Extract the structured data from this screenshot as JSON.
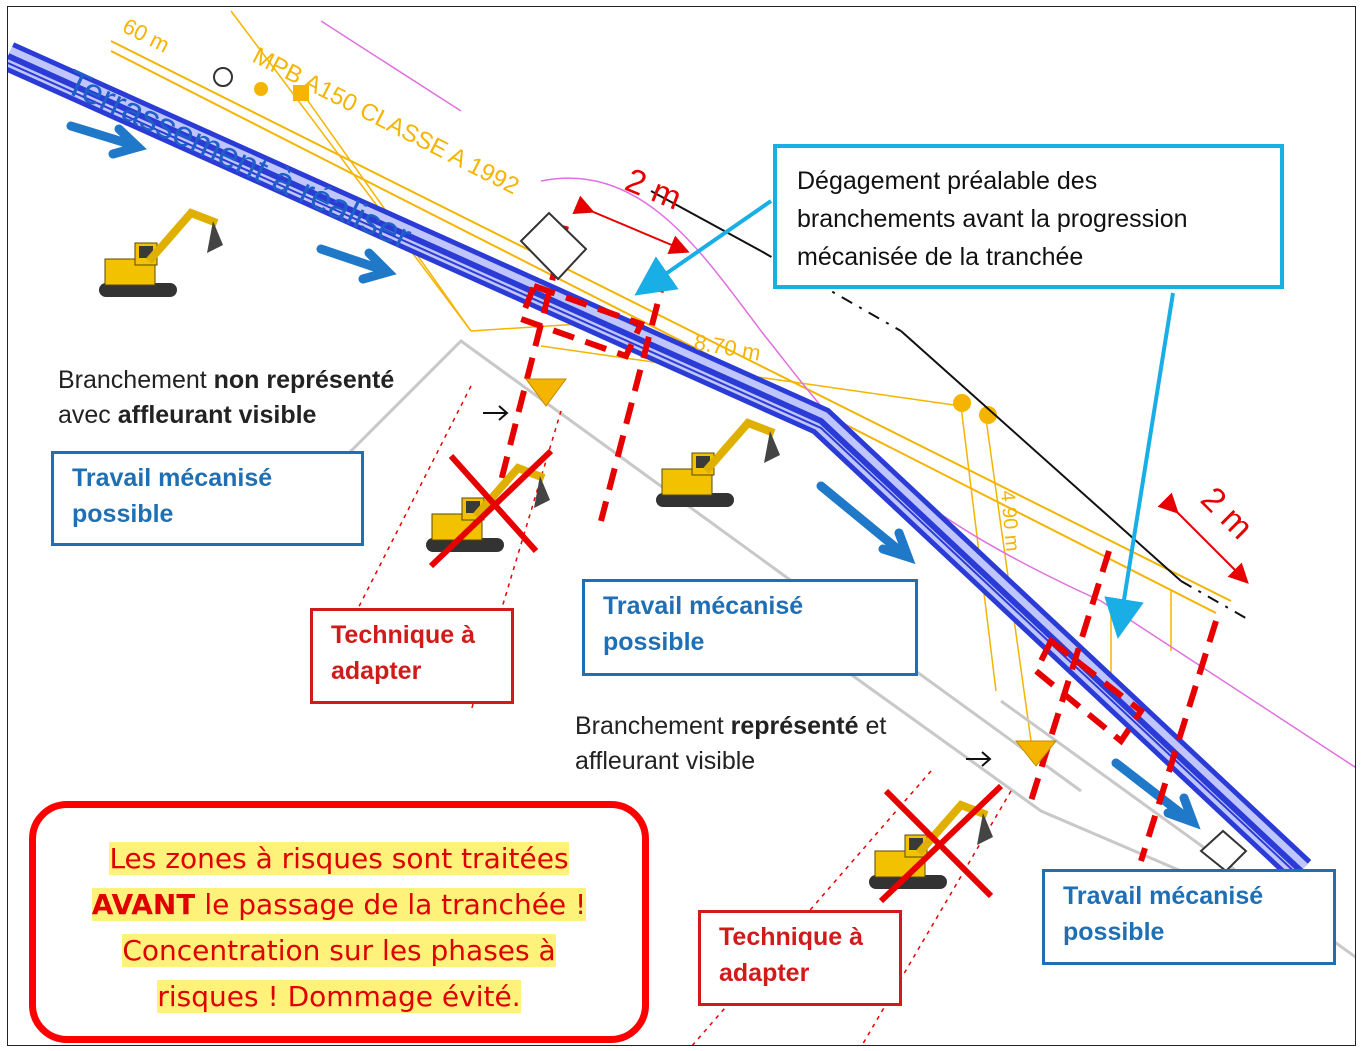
{
  "plan": {
    "pipe_label": "MPB A150 CLASSE A 1992",
    "pipe_label_prefix": "60 m",
    "trench_label": "Terrassement à réaliser",
    "dim_top": "2 m",
    "dim_right": "2 m",
    "dim_870": "8.70 m",
    "dim_490": "4.90 m"
  },
  "callout": {
    "text": "Dégagement préalable des branchements avant la progression mécanisée de la tranchée"
  },
  "note_left": {
    "line1_a": "Branchement ",
    "line1_b": "non représenté",
    "line2_a": "avec ",
    "line2_b": "affleurant visible"
  },
  "note_right": {
    "line1_a": "Branchement ",
    "line1_b": "représenté",
    "line1_c": " et",
    "line2": "affleurant visible"
  },
  "boxes": {
    "mechanized_1": "Travail mécanisé possible",
    "mechanized_2": "Travail mécanisé possible",
    "mechanized_3": "Travail mécanisé possible",
    "adapt_1": "Technique à adapter",
    "adapt_2": "Technique à adapter"
  },
  "summary": {
    "line1": "Les zones à risques sont traitées",
    "line2_a": "AVANT",
    "line2_b": " le passage de la tranchée !",
    "line3": "Concentration sur les phases à",
    "line4": "risques ! Dommage évité."
  },
  "colors": {
    "trench_blue": "#2b3bd6",
    "arrow_blue": "#1f78c8",
    "pipe_orange": "#f4b400",
    "danger_red": "#e60000",
    "callout_cyan": "#19aee6"
  }
}
